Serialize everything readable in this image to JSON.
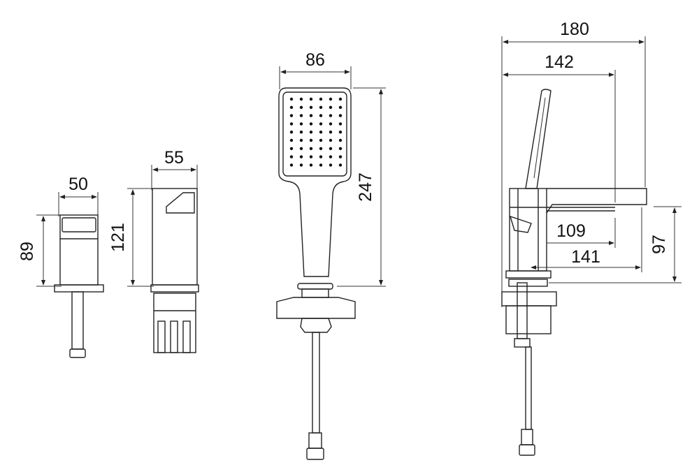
{
  "title": "Bath mixer dimension drawing",
  "dimensions": {
    "valve_width": "50",
    "valve_height": "89",
    "diverter_width": "55",
    "diverter_height": "121",
    "shower_width": "86",
    "shower_height": "247",
    "spout_total": "180",
    "shower_offset": "142",
    "lower_spout": "109",
    "spout_reach": "141",
    "spout_height": "97"
  },
  "colors": {
    "line": "#222222",
    "background": "#ffffff"
  }
}
